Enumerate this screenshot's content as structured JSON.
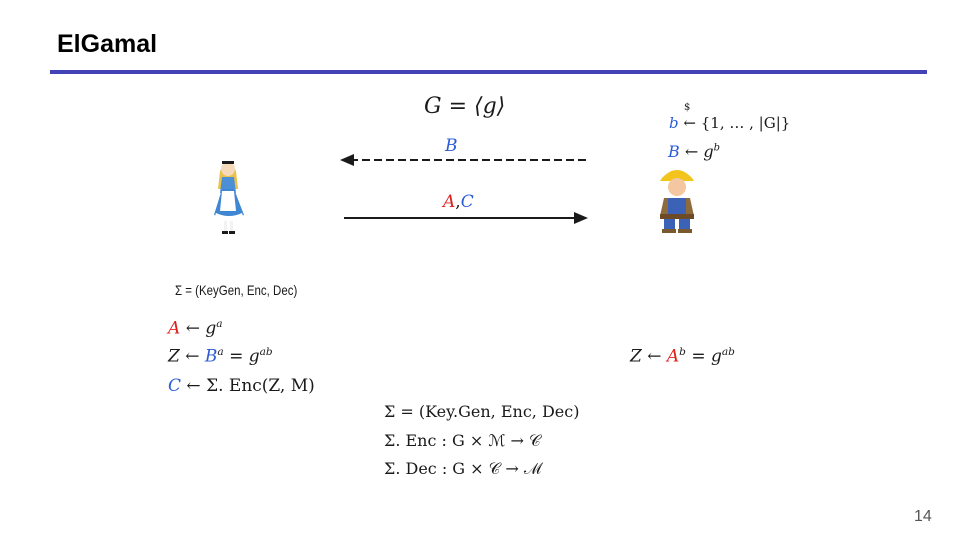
{
  "slide": {
    "title": "ElGamal",
    "page_number": "14",
    "accent_color": "#4343b8"
  },
  "protocol": {
    "group_definition": "G = ⟨g⟩",
    "bob_sample": {
      "var": "b",
      "arrow": "←",
      "set": "{1, … , |G|}",
      "dollar": "$"
    },
    "bob_public": {
      "var": "B",
      "arrow": "←",
      "base": "g",
      "exp": "b"
    },
    "message_to_alice": {
      "label": "B",
      "line_style": "dashed",
      "direction": "left"
    },
    "message_to_bob": {
      "label_A": "A",
      "comma": ",",
      "label_C": "C",
      "line_style": "solid",
      "direction": "right"
    },
    "alice_scheme": "Σ = (KeyGen, Enc, Dec)",
    "alice_steps": {
      "A": {
        "var": "A",
        "arrow": "←",
        "base": "g",
        "exp": "a"
      },
      "Z": {
        "var": "Z",
        "arrow": "←",
        "base": "B",
        "exp": "a",
        "eq": "=",
        "base2": "g",
        "exp2": "ab"
      },
      "C": {
        "var": "C",
        "arrow": "←",
        "expr": "Σ. Enc(Z, M)"
      }
    },
    "bob_key": {
      "var": "Z",
      "arrow": "←",
      "base": "A",
      "exp": "b",
      "eq": "=",
      "base2": "g",
      "exp2": "ab"
    },
    "scheme": {
      "definition": "Σ = (Key.Gen, Enc, Dec)",
      "enc_signature": "Σ. Enc : G × ℳ → 𝒞",
      "dec_signature": "Σ. Dec : G × 𝒞 → ℳ"
    },
    "colors": {
      "red": "#e0201c",
      "blue": "#2a5bd7"
    },
    "characters": {
      "left": "alice-figure-icon",
      "right": "bob-builder-figure-icon"
    }
  }
}
